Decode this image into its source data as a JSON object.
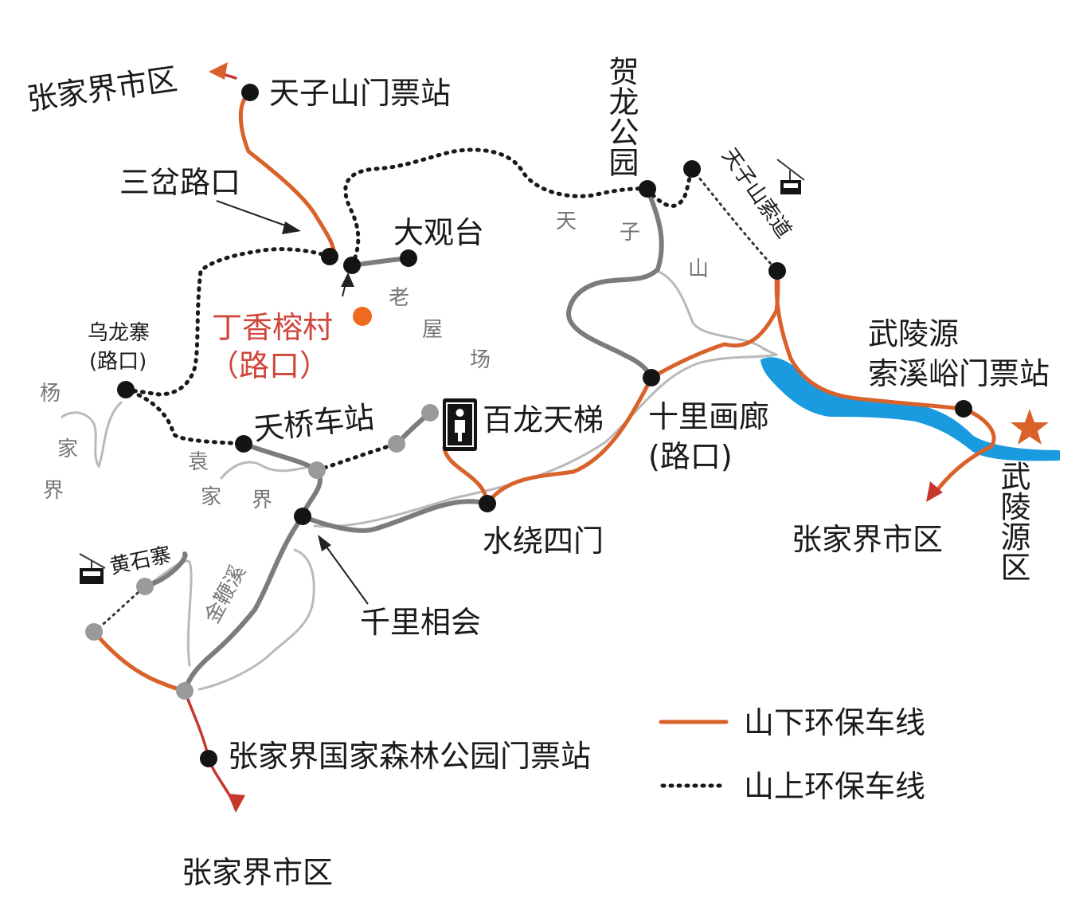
{
  "colors": {
    "orange_route": "#d9622b",
    "dotted_route": "#1a1a1a",
    "gray_road": "#7c7c7c",
    "stream": "#b9b9b9",
    "lake": "#1a9be0",
    "red_arrow": "#c8372d",
    "orange_dot": "#ef6a1f",
    "label_orange": "#e0773c",
    "label_red": "#d0453c"
  },
  "places": {
    "zjj_city_top_left": "张家界市区",
    "tianzishan_gate": "天子山门票站",
    "sancha_junction": "三岔路口",
    "daguantai": "大观台",
    "dingxiang_village": "丁香榕村",
    "dingxiang_junction": "（路口）",
    "wulongzhai": "乌龙寨",
    "wulongzhai_junction": "(路口)",
    "tianqiao_station": "天桥车站",
    "bailong_elevator": "百龙天梯",
    "shuirao_simen": "水绕四门",
    "qianli_xianghui": "千里相会",
    "huangshizhai": "黄石寨",
    "forest_park_gate": "张家界国家森林公园门票站",
    "zjj_city_bottom": "张家界市区",
    "shili_hualang": "十里画廊",
    "shili_junction": "(路口)",
    "helong_park": "贺龙公园",
    "tianzishan_ropeway": "天子山索道",
    "wulingyuan_gate_line1": "武陵源",
    "wulingyuan_gate_line2": "索溪峪门票站",
    "zjj_city_right": "张家界市区",
    "wulingyuan_district": "武陵源区"
  },
  "terrain": {
    "tianzishan_chars": [
      "天",
      "子",
      "山"
    ],
    "laowuchang_chars": [
      "老",
      "屋",
      "场"
    ],
    "yangjiajie_chars": [
      "杨",
      "家",
      "界"
    ],
    "yuanjiajie_chars": [
      "袁",
      "家",
      "界"
    ],
    "jinbianxi": "金鞭溪"
  },
  "legend": {
    "lower_line": "山下环保车线",
    "upper_line": "山上环保车线"
  },
  "icons": {
    "elevator": "elevator-person-icon",
    "cable_car": "cable-car-icon",
    "star": "star-icon"
  }
}
